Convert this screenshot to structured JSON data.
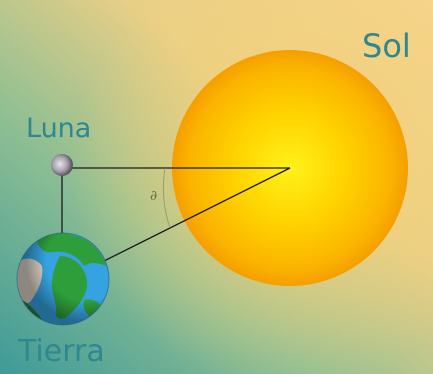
{
  "labels": {
    "sun": "Sol",
    "moon": "Luna",
    "earth": "Tierra",
    "angle": "∂"
  },
  "colors": {
    "label_text": "#2f8791",
    "background_left": "#4ea39a",
    "background_right": "#f2cf7a",
    "sun_core": "#ffd800",
    "sun_edge": "#f5a300",
    "triangle_lines": "#1a1a1a",
    "earth_ocean": "#2b8fd3",
    "earth_land": "#2e9e3a",
    "moon": "#b9b4bd"
  }
}
